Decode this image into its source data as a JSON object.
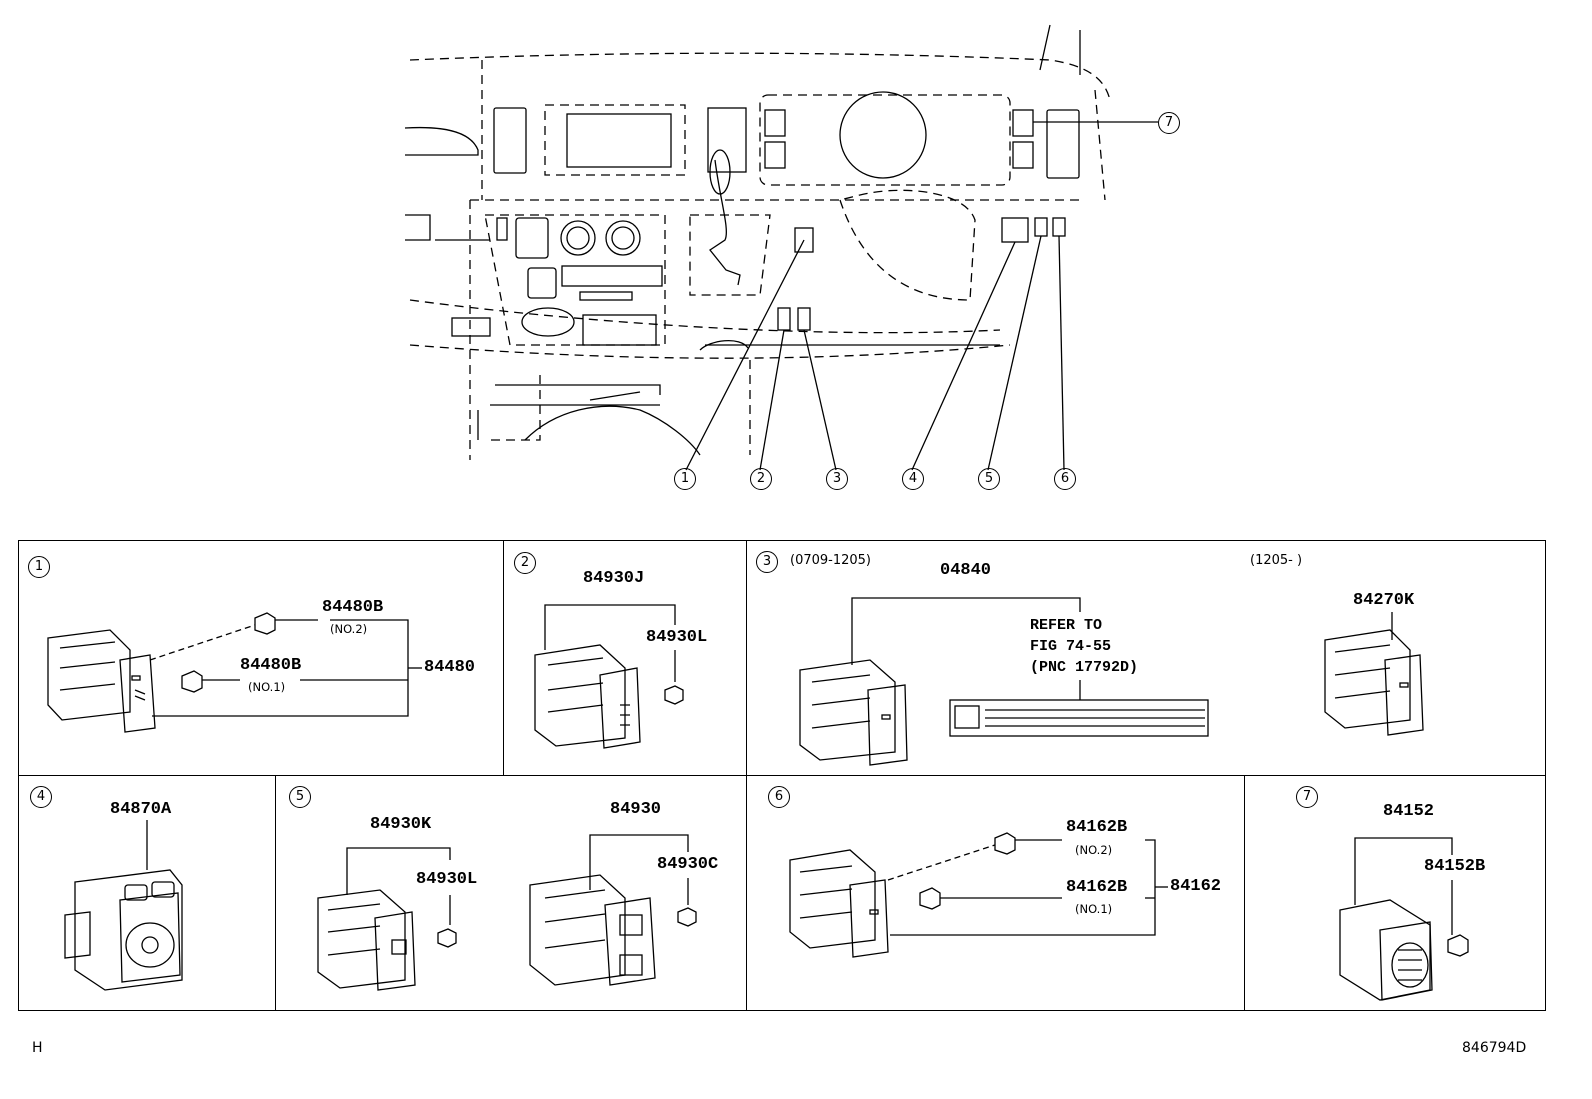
{
  "callouts": [
    "1",
    "2",
    "3",
    "4",
    "5",
    "6",
    "7"
  ],
  "panels": {
    "p1": {
      "num": "1",
      "parts": [
        {
          "pn": "84480B",
          "sub": "(NO.2)"
        },
        {
          "pn": "84480B",
          "sub": "(NO.1)"
        },
        {
          "pn": "84480",
          "sub": ""
        }
      ]
    },
    "p2": {
      "num": "2",
      "parts": [
        {
          "pn": "84930J"
        },
        {
          "pn": "84930L"
        }
      ]
    },
    "p3": {
      "num": "3",
      "range_a": "(0709-1205)",
      "range_b": "(1205-     )",
      "parts": [
        {
          "pn": "04840"
        },
        {
          "pn": "84270K"
        }
      ],
      "note": "REFER TO\nFIG 74-55\n(PNC 17792D)"
    },
    "p4": {
      "num": "4",
      "parts": [
        {
          "pn": "84870A"
        }
      ]
    },
    "p5": {
      "num": "5",
      "parts": [
        {
          "pn": "84930K"
        },
        {
          "pn": "84930L"
        },
        {
          "pn": "84930"
        },
        {
          "pn": "84930C"
        }
      ]
    },
    "p6": {
      "num": "6",
      "parts": [
        {
          "pn": "84162B",
          "sub": "(NO.2)"
        },
        {
          "pn": "84162B",
          "sub": "(NO.1)"
        },
        {
          "pn": "84162"
        }
      ]
    },
    "p7": {
      "num": "7",
      "parts": [
        {
          "pn": "84152"
        },
        {
          "pn": "84152B"
        }
      ]
    }
  },
  "footer": {
    "left": "H",
    "right": "846794D"
  }
}
